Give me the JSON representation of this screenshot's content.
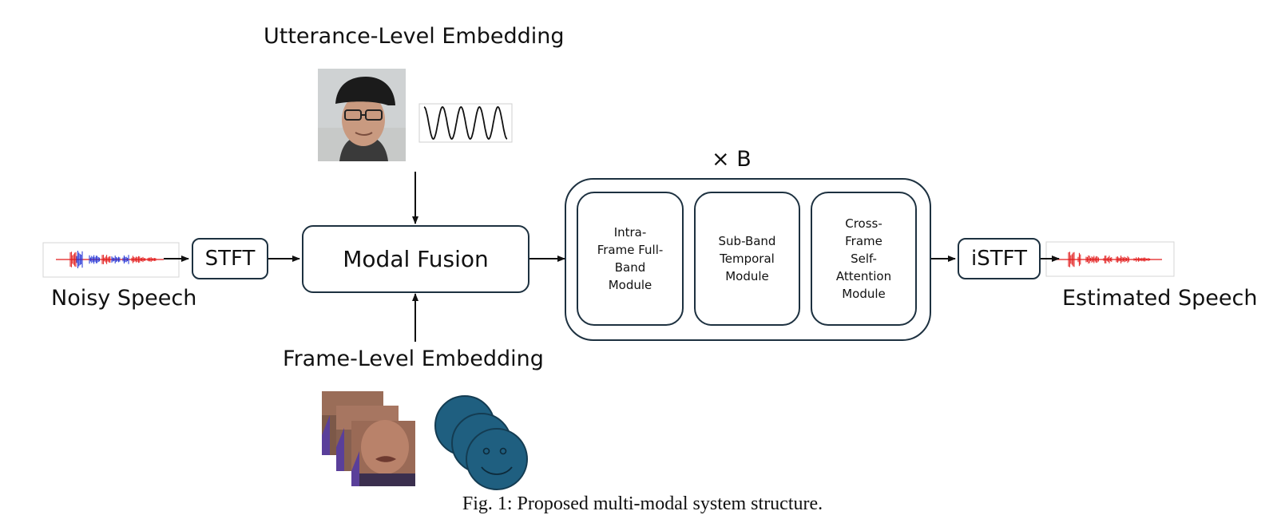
{
  "labels": {
    "utterance_embedding": "Utterance-Level Embedding",
    "frame_embedding": "Frame-Level Embedding",
    "noisy_speech": "Noisy Speech",
    "estimated_speech": "Estimated Speech",
    "repeat": "× B"
  },
  "blocks": {
    "stft": "STFT",
    "modal_fusion": "Modal Fusion",
    "istft": "iSTFT"
  },
  "modules": [
    "Intra-\nFrame Full-\nBand\nModule",
    "Sub-Band\nTemporal\nModule",
    "Cross-\nFrame\nSelf-\nAttention\nModule"
  ],
  "caption": "Fig. 1: Proposed multi-modal system structure.",
  "colors": {
    "box_border": "#1d3140",
    "face_fill": "#1f5f80",
    "wave_red": "#e21b1b",
    "wave_blue": "#1f2fd6"
  }
}
